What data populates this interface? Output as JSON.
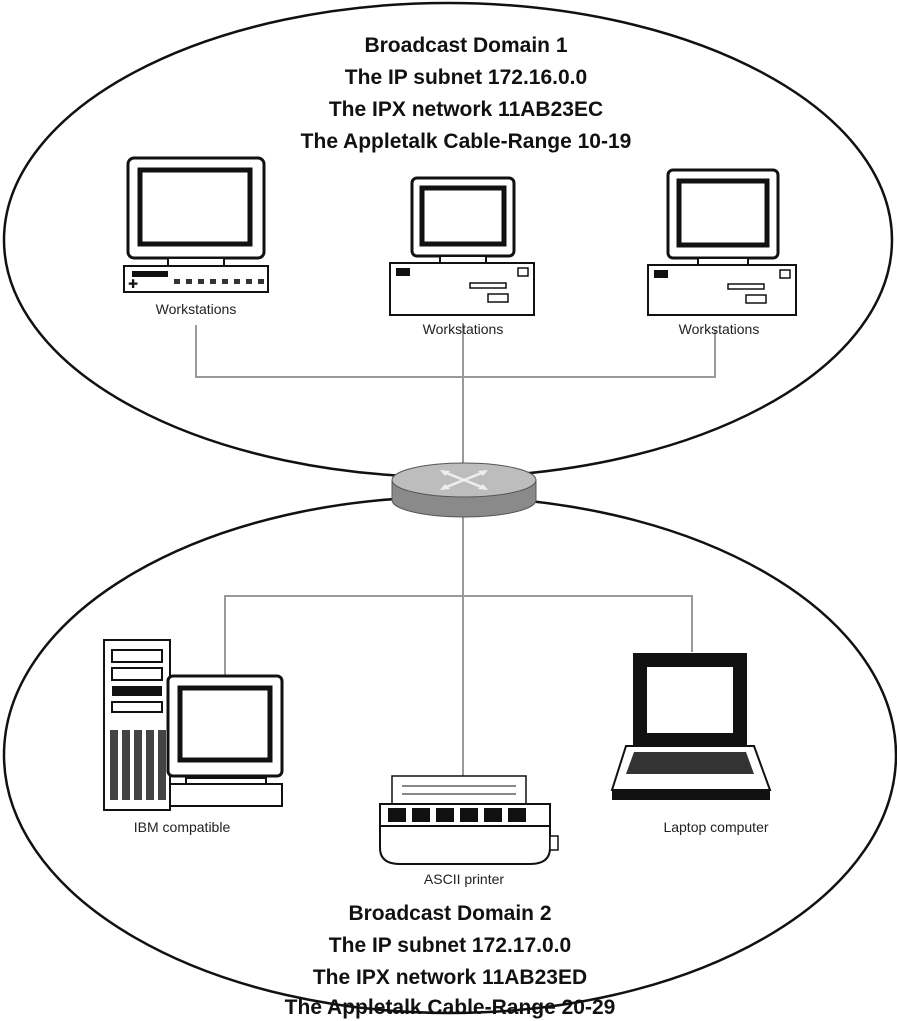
{
  "domain1": {
    "lines": [
      "Broadcast Domain 1",
      "The IP subnet 172.16.0.0",
      "The IPX network 11AB23EC",
      "The Appletalk Cable-Range 10-19"
    ],
    "devices": {
      "left": "Workstations",
      "center": "Workstations",
      "right": "Workstations"
    }
  },
  "domain2": {
    "lines": [
      "Broadcast Domain 2",
      "The IP subnet 172.17.0.0",
      "The IPX network 11AB23ED",
      "The Appletalk Cable-Range 20-29"
    ],
    "devices": {
      "pc": "IBM compatible",
      "printer": "ASCII printer",
      "laptop": "Laptop computer"
    }
  },
  "colors": {
    "line": "#9a9a9a",
    "outline": "#111111",
    "router_top": "#b8b8b8",
    "router_side": "#8a8a8a"
  }
}
